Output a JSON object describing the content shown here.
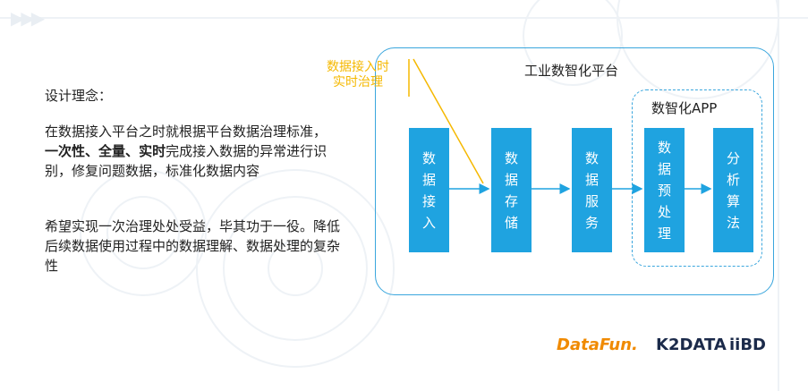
{
  "concept": {
    "title": "设计理念：",
    "p1_lead": "在数据接入平台之时就根据平台数据治理标准，",
    "p1_bold1": "一次性",
    "p1_sep1": "、",
    "p1_bold2": "全量",
    "p1_sep2": "、",
    "p1_bold3": "实时",
    "p1_tail": "完成接入数据的异常进行识别，修复问题数据，标准化数据内容",
    "p2": "希望实现一次治理处处受益，毕其功于一役。降低后续数据使用过程中的数据理解、数据处理的复杂性"
  },
  "platform": {
    "title": "工业数智化平台",
    "app_title": "数智化APP",
    "blocks": [
      "数据接入",
      "数据存储",
      "数据服务",
      "数据预处理",
      "分析算法"
    ]
  },
  "annotation": {
    "line1": "数据接入时",
    "line2": "实时治理"
  },
  "logos": {
    "datafun": "DataFun.",
    "k2data": "K2DATA",
    "iibd": "iiBD"
  },
  "colors": {
    "block": "#1fa3e0",
    "border": "#3aa6dd",
    "annotation": "#f5b800",
    "datafun": "#f08a00"
  }
}
